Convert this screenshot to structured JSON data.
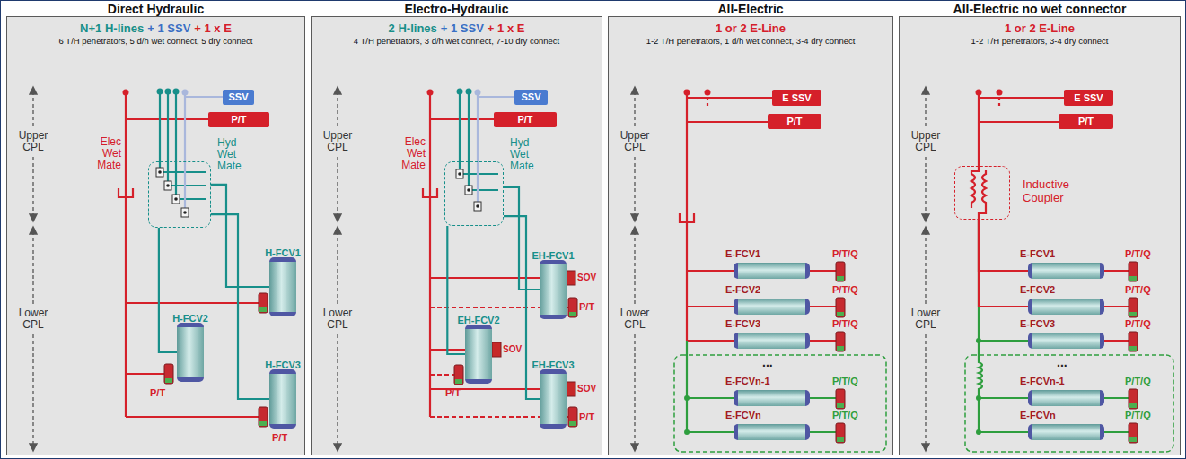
{
  "diagram": {
    "nodes": [
      {
        "text": [
          "Direct Hydraulic",
          "N+1 H-lines",
          "+ 1 SSV",
          "+ 1 x E",
          "6 T/H penetrators, 5 d/h wet connect, 5 dry connect"
        ]
      },
      {
        "text": [
          "SSV"
        ],
        "in": 0
      },
      {
        "text": [
          "P/T"
        ],
        "in": 0
      },
      {
        "text": [
          "Hyd Wet Mate"
        ],
        "in": 0
      },
      {
        "text": [
          "H-FCV1"
        ],
        "in": 0
      },
      {
        "text": [
          "H-FCV2"
        ],
        "in": 0
      },
      {
        "text": [
          "H-FCV3"
        ],
        "in": 0
      },
      {
        "text": [
          "Electro-Hydraulic",
          "2 H-lines",
          "+ 1 SSV",
          "+ 1 x E",
          "4 T/H penetrators, 3 d/h wet connect, 7-10 dry connect"
        ]
      },
      {
        "text": [
          "SSV"
        ],
        "in": 7
      },
      {
        "text": [
          "P/T"
        ],
        "in": 7
      },
      {
        "text": [
          "Hyd Wet Mate"
        ],
        "in": 7
      },
      {
        "text": [
          "EH-FCV1"
        ],
        "in": 7
      },
      {
        "text": [
          "EH-FCV2"
        ],
        "in": 7
      },
      {
        "text": [
          "EH-FCV3"
        ],
        "in": 7
      },
      {
        "text": [
          "All-Electric",
          "1 or 2 E-Line",
          "1-2 T/H penetrators, 1 d/h wet connect, 3-4 dry connect"
        ]
      },
      {
        "text": [
          "E SSV"
        ],
        "in": 14
      },
      {
        "text": [
          "P/T"
        ],
        "in": 14
      },
      {
        "text": [
          "E-FCV1"
        ],
        "in": 14
      },
      {
        "text": [
          "E-FCV2"
        ],
        "in": 14
      },
      {
        "text": [
          "E-FCV3"
        ],
        "in": 14
      },
      {
        "text": [
          "E-FCVn-1"
        ],
        "in": 14
      },
      {
        "text": [
          "E-FCVn"
        ],
        "in": 14
      },
      {
        "text": [
          "All-Electric no wet connector",
          "1 or 2 E-Line",
          "1-2 T/H penetrators, 3-4 dry connect"
        ]
      },
      {
        "text": [
          "E SSV"
        ],
        "in": 22
      },
      {
        "text": [
          "P/T"
        ],
        "in": 22
      },
      {
        "text": [
          "Inductive Coupler"
        ],
        "in": 22
      },
      {
        "text": [
          "E-FCV1"
        ],
        "in": 22
      },
      {
        "text": [
          "E-FCV2"
        ],
        "in": 22
      },
      {
        "text": [
          "E-FCV3"
        ],
        "in": 22
      },
      {
        "text": [
          "E-FCVn-1"
        ],
        "in": 22
      },
      {
        "text": [
          "E-FCVn"
        ],
        "in": 22
      }
    ],
    "edges": [
      {
        "from": 3,
        "to": 4,
        "arrow": "none"
      },
      {
        "from": 3,
        "to": 5,
        "arrow": "none"
      },
      {
        "from": 3,
        "to": 6,
        "arrow": "none"
      },
      {
        "from": 10,
        "to": 11,
        "arrow": "none"
      },
      {
        "from": 10,
        "to": 12,
        "arrow": "none"
      },
      {
        "from": 10,
        "to": 13,
        "arrow": "none"
      },
      {
        "from": 25,
        "to": 26,
        "arrow": "none"
      },
      {
        "from": 25,
        "to": 27,
        "arrow": "none"
      },
      {
        "from": 25,
        "to": 28,
        "arrow": "none"
      }
    ],
    "labels": [
      "Upper CPL",
      "Lower CPL",
      "Elec Wet Mate",
      "P/T",
      "P/T",
      "Upper CPL",
      "Lower CPL",
      "Elec Wet Mate",
      "SOV",
      "P/T",
      "SOV",
      "P/T",
      "SOV",
      "P/T",
      "Upper CPL",
      "Lower CPL",
      "P/T/Q",
      "P/T/Q",
      "P/T/Q",
      "P/T/Q",
      "P/T/Q",
      "...",
      "Upper CPL",
      "Lower CPL",
      "P/T/Q",
      "P/T/Q",
      "P/T/Q",
      "P/T/Q",
      "P/T/Q",
      "..."
    ]
  }
}
